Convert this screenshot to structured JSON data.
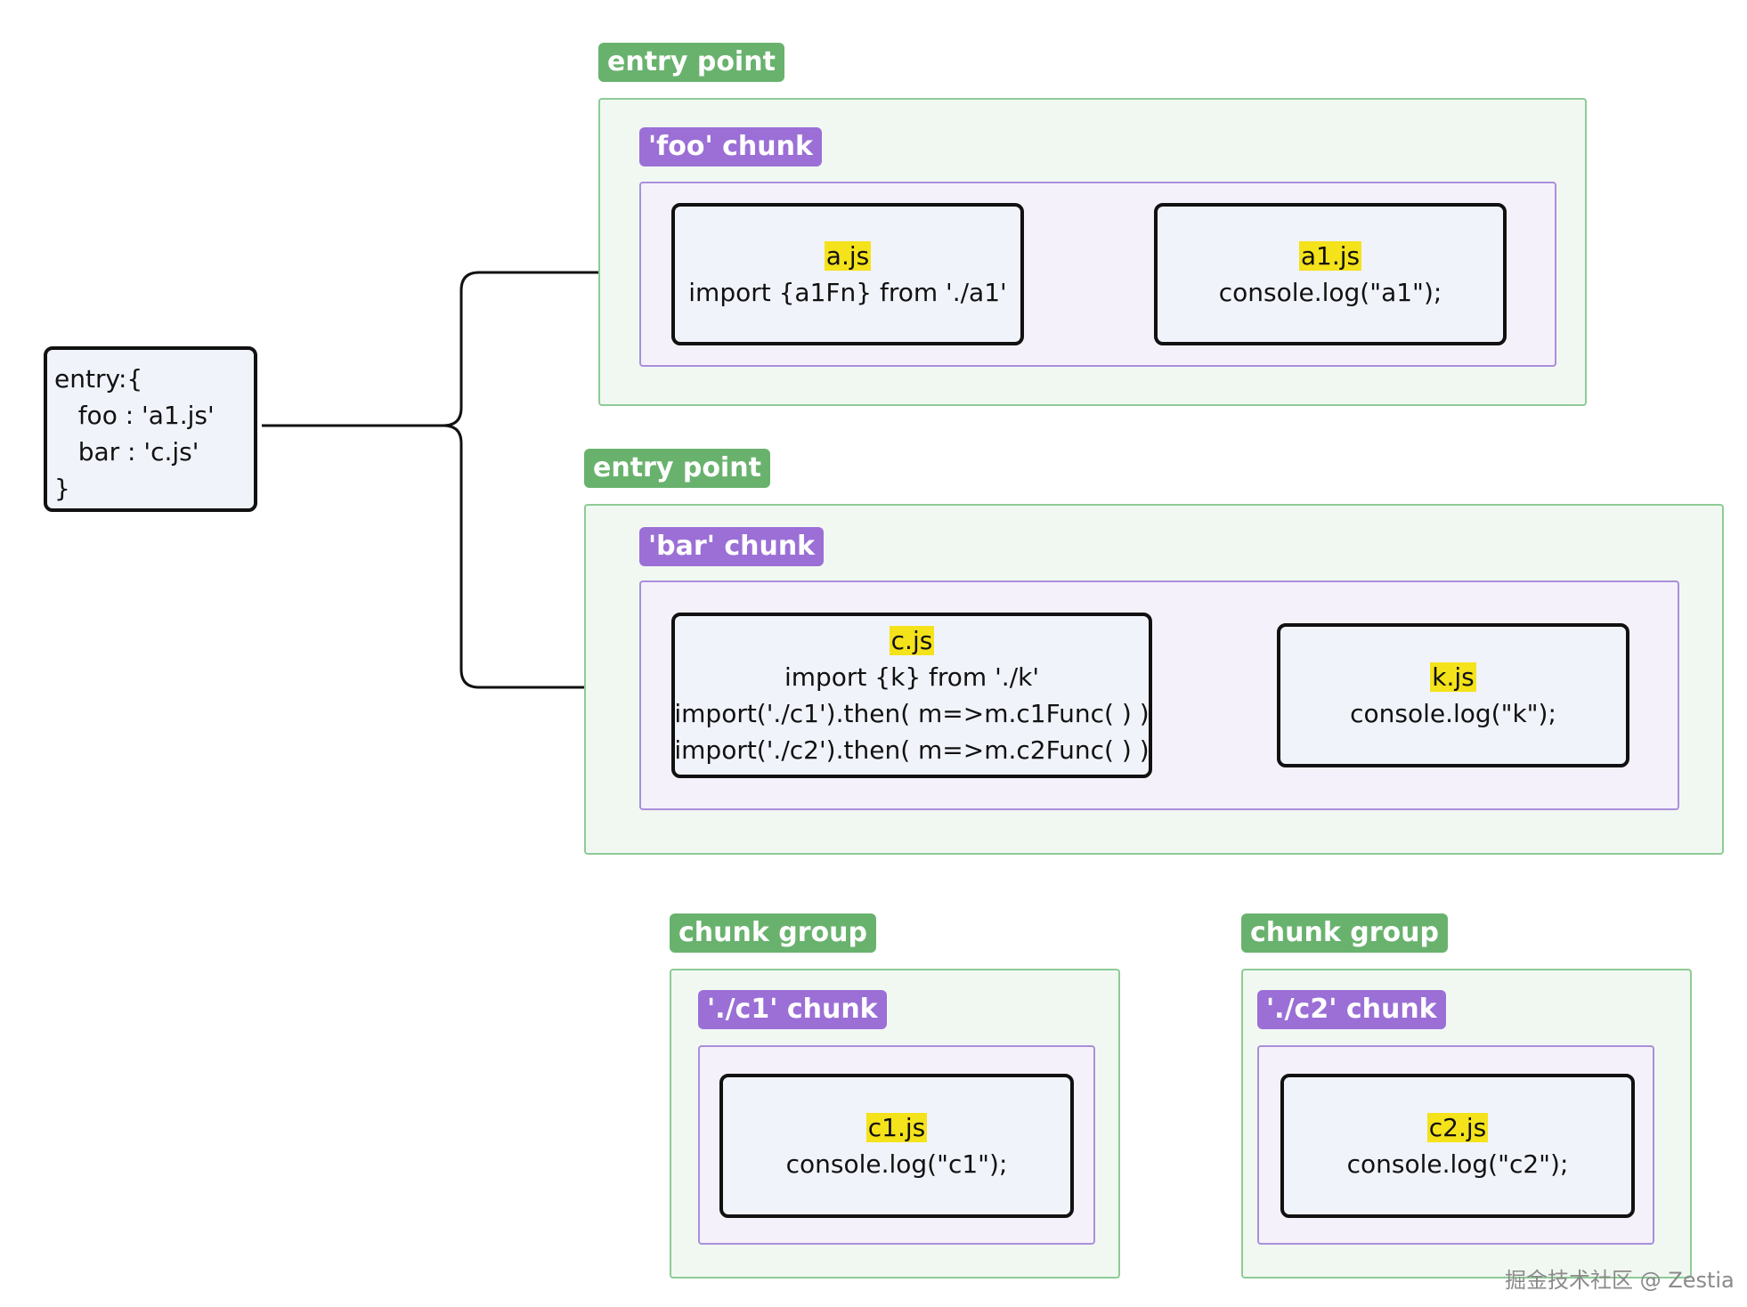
{
  "entry_config": {
    "lines": [
      "entry:{",
      "   foo : 'a1.js'",
      "   bar : 'c.js'",
      "}"
    ]
  },
  "groups": [
    {
      "label": "entry point",
      "chunk": {
        "label": "'foo' chunk",
        "files": [
          {
            "name": "a.js",
            "code": [
              "import {a1Fn} from './a1'"
            ]
          },
          {
            "name": "a1.js",
            "code": [
              "console.log(\"a1\");"
            ]
          }
        ]
      }
    },
    {
      "label": "entry point",
      "chunk": {
        "label": "'bar' chunk",
        "files": [
          {
            "name": "c.js",
            "code": [
              "import {k} from './k'",
              "import('./c1').then( m=>m.c1Func( ) )",
              "import('./c2').then( m=>m.c2Func( ) )"
            ]
          },
          {
            "name": "k.js",
            "code": [
              "console.log(\"k\");"
            ]
          }
        ]
      }
    },
    {
      "label": "chunk group",
      "chunk": {
        "label": "'./c1' chunk",
        "files": [
          {
            "name": "c1.js",
            "code": [
              "console.log(\"c1\");"
            ]
          }
        ]
      }
    },
    {
      "label": "chunk group",
      "chunk": {
        "label": "'./c2' chunk",
        "files": [
          {
            "name": "c2.js",
            "code": [
              "console.log(\"c2\");"
            ]
          }
        ]
      }
    }
  ],
  "watermark": "掘金技术社区 @ Zestia",
  "colors": {
    "group_fill": "#f1f8f2",
    "group_border": "#8ecb95",
    "group_tag": "#69b26e",
    "chunk_fill": "#f5f1fb",
    "chunk_border": "#a98fdc",
    "chunk_tag": "#9b6fd6",
    "file_fill": "#f1f3fb",
    "filename_highlight": "#f4e21b"
  }
}
